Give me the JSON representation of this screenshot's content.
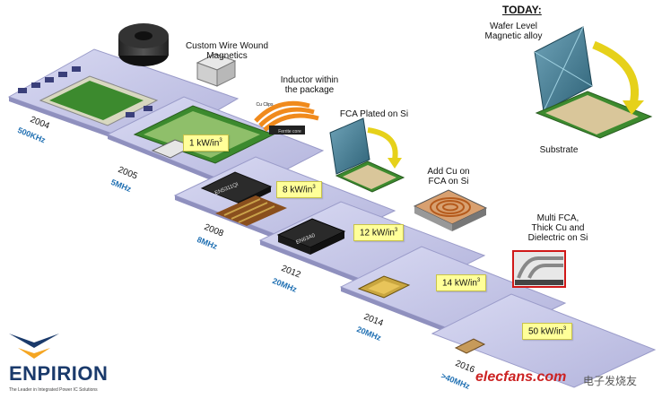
{
  "today": {
    "title": "TODAY:",
    "wafer_label": "Wafer Level\nMagnetic alloy",
    "substrate_label": "Substrate"
  },
  "stages": [
    {
      "year": "2004",
      "freq": "500KHz"
    },
    {
      "year": "2005",
      "freq": "5MHz",
      "density": "1 kW/in",
      "sup": "3"
    },
    {
      "year": "2008",
      "freq": "8MHz",
      "density": "8 kW/in",
      "sup": "3"
    },
    {
      "year": "2012",
      "freq": "20MHz",
      "density": "12 kW/in",
      "sup": "3"
    },
    {
      "year": "2014",
      "freq": "20MHz",
      "density": "14 kW/in",
      "sup": "3"
    },
    {
      "year": "2016",
      "freq": ">40MHz",
      "density": "50 kW/in",
      "sup": "3"
    }
  ],
  "annotations": {
    "custom_wire": "Custom Wire Wound\nMagnetics",
    "inductor_pkg": "Inductor within\nthe package",
    "cu_clips": "Cu Clips",
    "ferrite_core": "Ferrite core",
    "fca_plated": "FCA Plated on Si",
    "add_cu": "Add Cu on\nFCA on Si",
    "multi_fca": "Multi FCA,\nThick Cu and\nDielectric on Si"
  },
  "chip_marks": {
    "chip_2008": "EN5311QI",
    "chip_2012": "EN63A0"
  },
  "logo": {
    "name": "ENPIRION",
    "tagline": "The Leader in Integrated Power IC Solutions"
  },
  "watermark": {
    "site": "elecfans.com",
    "cn": "电子发烧友"
  },
  "colors": {
    "platform": "#c7c8e8",
    "platform_edge": "#9a9bc9",
    "density_box": "#ffff99",
    "freq_text": "#1f6fb2",
    "arrow": "#e6d11a",
    "pcb_green": "#3c8a2e"
  }
}
